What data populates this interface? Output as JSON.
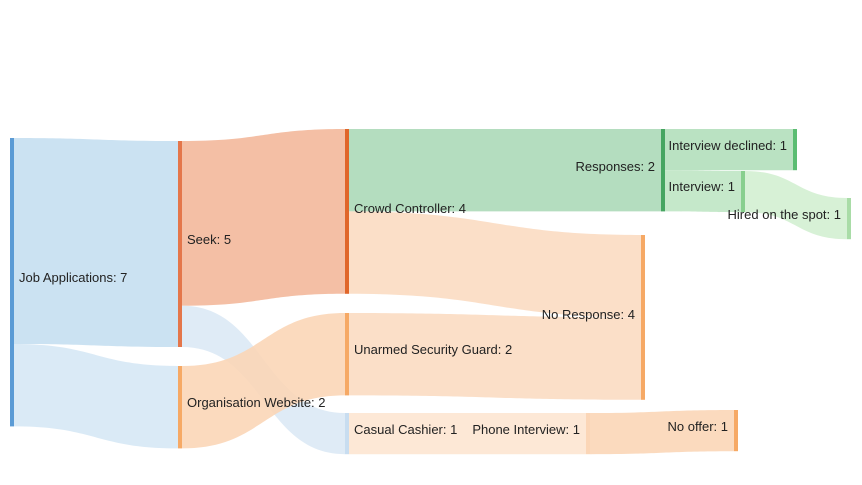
{
  "chart_data": {
    "type": "sankey",
    "nodes": [
      {
        "id": "job_applications",
        "label": "Job Applications: 7",
        "value": 7,
        "color": "#5b9bd5"
      },
      {
        "id": "seek",
        "label": "Seek: 5",
        "value": 5,
        "color": "#e4764a"
      },
      {
        "id": "organisation_website",
        "label": "Organisation Website: 2",
        "value": 2,
        "color": "#f6a965"
      },
      {
        "id": "crowd_controller",
        "label": "Crowd Controller: 4",
        "value": 4,
        "color": "#e0662a"
      },
      {
        "id": "unarmed_security_guard",
        "label": "Unarmed Security Guard: 2",
        "value": 2,
        "color": "#f6a965"
      },
      {
        "id": "casual_cashier",
        "label": "Casual Cashier: 1",
        "value": 1,
        "color": "#c8ddf0"
      },
      {
        "id": "responses",
        "label": "Responses: 2",
        "value": 2,
        "color": "#46a561"
      },
      {
        "id": "no_response",
        "label": "No Response: 4",
        "value": 4,
        "color": "#f6a965"
      },
      {
        "id": "phone_interview",
        "label": "Phone Interview: 1",
        "value": 1,
        "color": "#fbd6b7"
      },
      {
        "id": "interview_declined",
        "label": "Interview declined: 1",
        "value": 1,
        "color": "#5bbd72"
      },
      {
        "id": "interview",
        "label": "Interview: 1",
        "value": 1,
        "color": "#88cf8e"
      },
      {
        "id": "no_offer",
        "label": "No offer: 1",
        "value": 1,
        "color": "#f6a965"
      },
      {
        "id": "hired_on_the_spot",
        "label": "Hired on the spot: 1",
        "value": 1,
        "color": "#a9dca7"
      }
    ],
    "links": [
      {
        "source": "job_applications",
        "target": "seek",
        "value": 5,
        "color": "#c5dff1"
      },
      {
        "source": "job_applications",
        "target": "organisation_website",
        "value": 2,
        "color": "#d6e8f5"
      },
      {
        "source": "seek",
        "target": "crowd_controller",
        "value": 4,
        "color": "#f3b89b"
      },
      {
        "source": "seek",
        "target": "casual_cashier",
        "value": 1,
        "color": "#dce9f5"
      },
      {
        "source": "organisation_website",
        "target": "unarmed_security_guard",
        "value": 2,
        "color": "#fbd6b7"
      },
      {
        "source": "crowd_controller",
        "target": "responses",
        "value": 2,
        "color": "#acd9b8"
      },
      {
        "source": "crowd_controller",
        "target": "no_response",
        "value": 2,
        "color": "#fbdcc2"
      },
      {
        "source": "unarmed_security_guard",
        "target": "no_response",
        "value": 2,
        "color": "#fbdcc2"
      },
      {
        "source": "casual_cashier",
        "target": "phone_interview",
        "value": 1,
        "color": "#fde5d2"
      },
      {
        "source": "responses",
        "target": "interview_declined",
        "value": 1,
        "color": "#b3dfbb"
      },
      {
        "source": "responses",
        "target": "interview",
        "value": 1,
        "color": "#bfe5c4"
      },
      {
        "source": "phone_interview",
        "target": "no_offer",
        "value": 1,
        "color": "#fbd6b7"
      },
      {
        "source": "interview",
        "target": "hired_on_the_spot",
        "value": 1,
        "color": "#d3efd2"
      }
    ]
  }
}
